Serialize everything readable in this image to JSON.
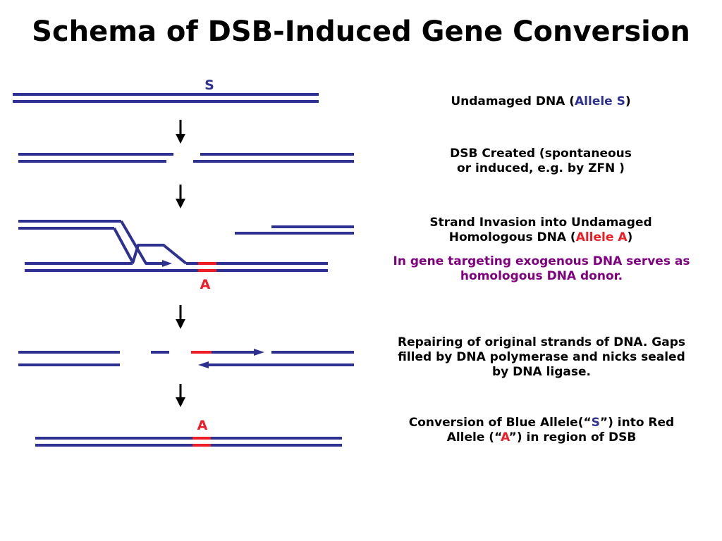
{
  "title": "Schema of DSB-Induced Gene Conversion",
  "colors": {
    "strand": "#2e3192",
    "allele_a": "#ee1c25",
    "note": "#800080",
    "arrow": "#000000"
  },
  "labels": {
    "allele_s": "S",
    "allele_a_step3": "A",
    "allele_a_step5": "A"
  },
  "captions": {
    "step1": {
      "text_before": "Undamaged DNA (",
      "allele": "Allele S",
      "text_after": ")"
    },
    "step2": {
      "line1": "DSB Created (spontaneous",
      "line2": "or induced, e.g. by ZFN )"
    },
    "step3": {
      "line1": "Strand Invasion into Undamaged",
      "line2_before": "Homologous DNA (",
      "allele": "Allele A",
      "line2_after": ")"
    },
    "step3_note": {
      "line1": "In gene targeting exogenous DNA serves as",
      "line2": "homologous DNA donor."
    },
    "step4": {
      "line1": "Repairing of original strands of DNA. Gaps",
      "line2": "filled by DNA polymerase and nicks sealed",
      "line3": "by DNA ligase."
    },
    "step5": {
      "line1_before": "Conversion of Blue Allele(“",
      "s": "S",
      "line1_after": "”) into Red",
      "line2_before": "Allele (“",
      "a": "A",
      "line2_after": "”) in region of DSB"
    }
  }
}
